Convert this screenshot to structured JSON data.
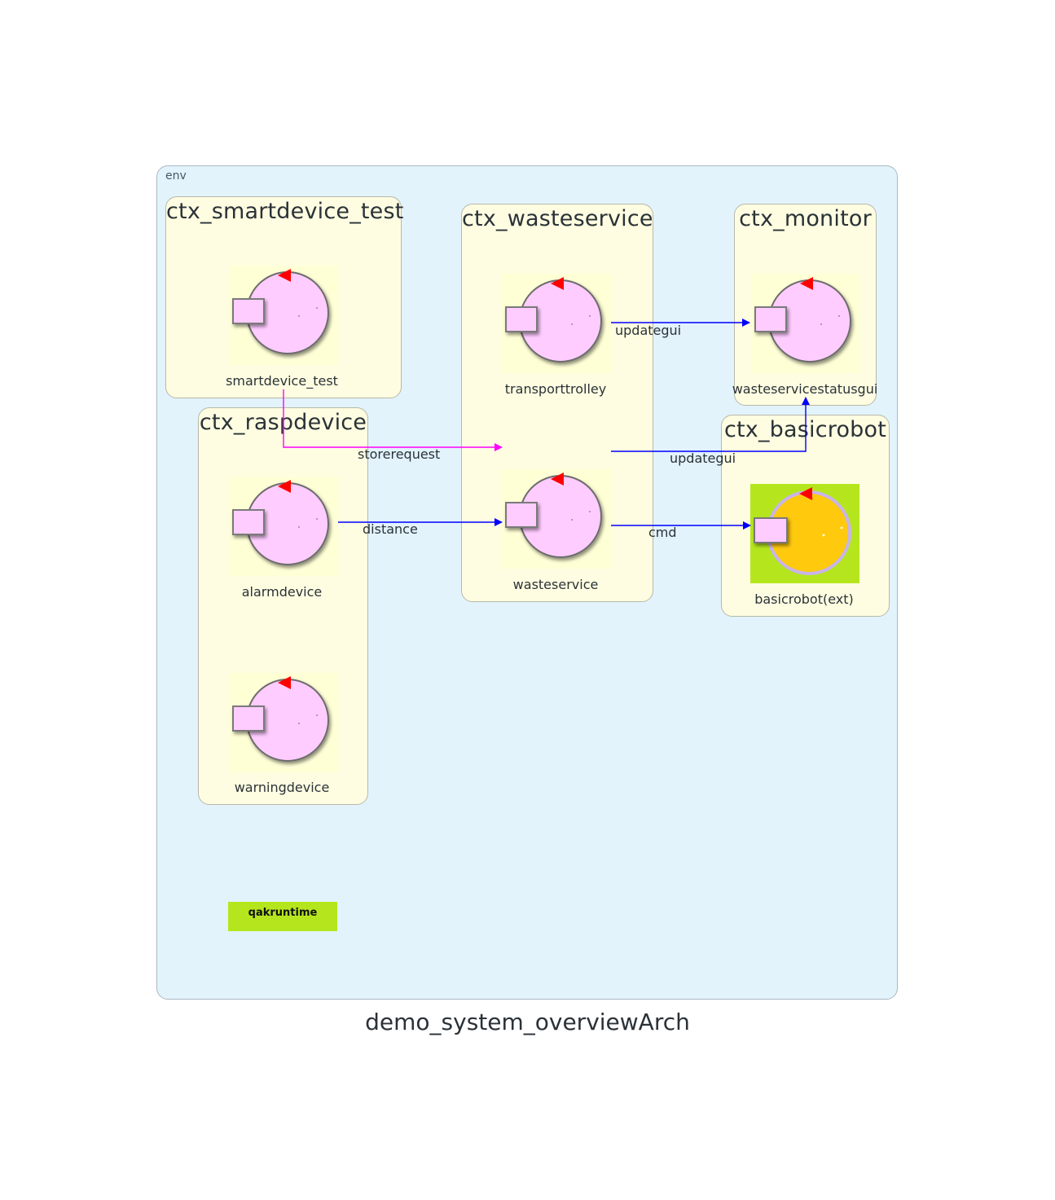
{
  "env": {
    "label": "env"
  },
  "contexts": {
    "smartdevice_test": {
      "title": "ctx_smartdevice_test"
    },
    "raspdevice": {
      "title": "ctx_raspdevice"
    },
    "wasteservice": {
      "title": "ctx_wasteservice"
    },
    "monitor": {
      "title": "ctx_monitor"
    },
    "basicrobot": {
      "title": "ctx_basicrobot"
    }
  },
  "actors": {
    "smartdevice_test": {
      "label": "smartdevice_test"
    },
    "alarmdevice": {
      "label": "alarmdevice"
    },
    "warningdevice": {
      "label": "warningdevice"
    },
    "transporttrolley": {
      "label": "transporttrolley"
    },
    "wasteservice": {
      "label": "wasteservice"
    },
    "wasteservicestatusgui": {
      "label": "wasteservicestatusgui"
    },
    "basicrobot": {
      "label": "basicrobot(ext)"
    }
  },
  "edges": {
    "updategui_1": {
      "label": "updategui",
      "from": "transporttrolley",
      "to": "wasteservicestatusgui",
      "color": "#0000ff"
    },
    "storerequest": {
      "label": "storerequest",
      "from": "smartdevice_test",
      "to": "wasteservice",
      "color": "#ff00ff"
    },
    "updategui_2": {
      "label": "updategui",
      "from": "wasteservice",
      "to": "wasteservicestatusgui",
      "color": "#0000ff"
    },
    "distance": {
      "label": "distance",
      "from": "alarmdevice",
      "to": "wasteservice",
      "color": "#0000ff"
    },
    "cmd": {
      "label": "cmd",
      "from": "wasteservice",
      "to": "basicrobot",
      "color": "#0000ff"
    }
  },
  "runtime": {
    "label": "qakruntime",
    "color": "#b5e61d"
  },
  "title": "demo_system_overviewArch",
  "colors": {
    "env_fill": "#e2f3fc",
    "context_fill": "#fffde1",
    "actor_fill": "#ffccff",
    "external_actor_fill": "#ffc90e",
    "external_background": "#b5e61d"
  }
}
